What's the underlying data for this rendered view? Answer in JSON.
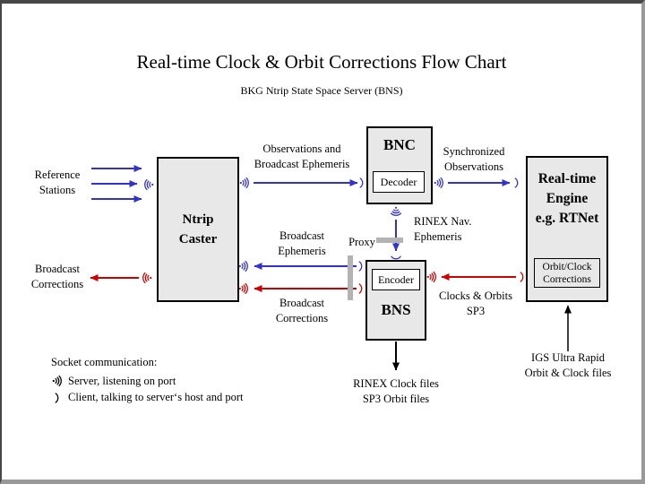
{
  "title": "Real-time Clock & Orbit Corrections Flow Chart",
  "subtitle": "BKG Ntrip State Space Server  (BNS)",
  "boxes": {
    "ntrip_caster": {
      "label": "Ntrip\nCaster"
    },
    "bnc": {
      "title": "BNC",
      "sub": "Decoder"
    },
    "bns": {
      "title": "BNS",
      "sub": "Encoder"
    },
    "engine": {
      "label": "Real-time\nEngine\ne.g. RTNet",
      "sub": "Orbit/Clock\nCorrections"
    }
  },
  "labels": {
    "reference_stations": "Reference\nStations",
    "broadcast_corrections_left": "Broadcast\nCorrections",
    "observations": "Observations and\nBroadcast Ephemeris",
    "synchronized": "Synchronized\nObservations",
    "rinex_nav": "RINEX Nav.\nEphemeris",
    "broadcast_ephemeris": "Broadcast\nEphemeris",
    "proxy": "Proxy",
    "broadcast_corrections_mid": "Broadcast\nCorrections",
    "clocks_orbits": "Clocks & Orbits\nSP3",
    "rinex_clock_files": "RINEX Clock files\nSP3 Orbit files",
    "igs": "IGS Ultra Rapid\nOrbit & Clock files"
  },
  "legend": {
    "heading": "Socket communication:",
    "server_icon": "server-socket-icon",
    "server_label": "Server, listening on port",
    "client_icon": "client-socket-icon",
    "client_label": "Client, talking to server‘s host and port"
  },
  "colors": {
    "blue": "#3333cc",
    "red": "#cc0000",
    "black": "#000000",
    "box_fill": "#e8e8e8",
    "proxy_bar": "#b3b3b3",
    "frame_dark": "#474747",
    "frame_light": "#999999"
  }
}
